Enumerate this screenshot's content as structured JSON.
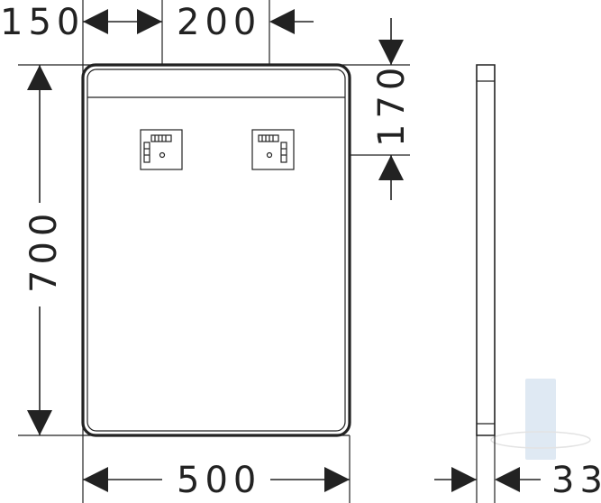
{
  "dimensions": {
    "left_offset": "150",
    "bracket_spacing": "200",
    "bracket_height": "170",
    "height": "700",
    "width": "500",
    "depth": "33"
  },
  "colors": {
    "line": "#222222",
    "background": "#ffffff"
  }
}
